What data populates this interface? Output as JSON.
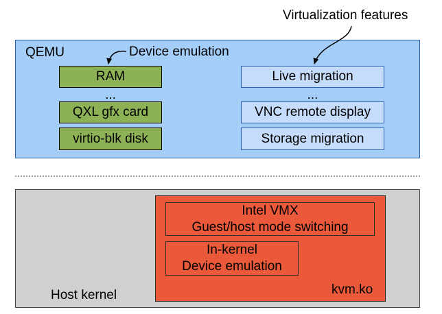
{
  "qemu": {
    "label": "QEMU",
    "fill": "#a4cdf8",
    "device_emulation_label": "Device emulation",
    "virtualization_features_label": "Virtualization features",
    "devices": [
      "RAM",
      "...",
      "QXL gfx card",
      "virtio-blk disk"
    ],
    "features": [
      "Live migration",
      "...",
      "VNC remote display",
      "Storage migration"
    ]
  },
  "host": {
    "label": "Host kernel",
    "fill": "#d0d0d0",
    "kvm": {
      "label": "kvm.ko",
      "fill": "#ea5a3a",
      "vmx_line1": "Intel VMX",
      "vmx_line2": "Guest/host mode switching",
      "inkernel_line1": "In-kernel",
      "inkernel_line2": "Device emulation"
    }
  }
}
